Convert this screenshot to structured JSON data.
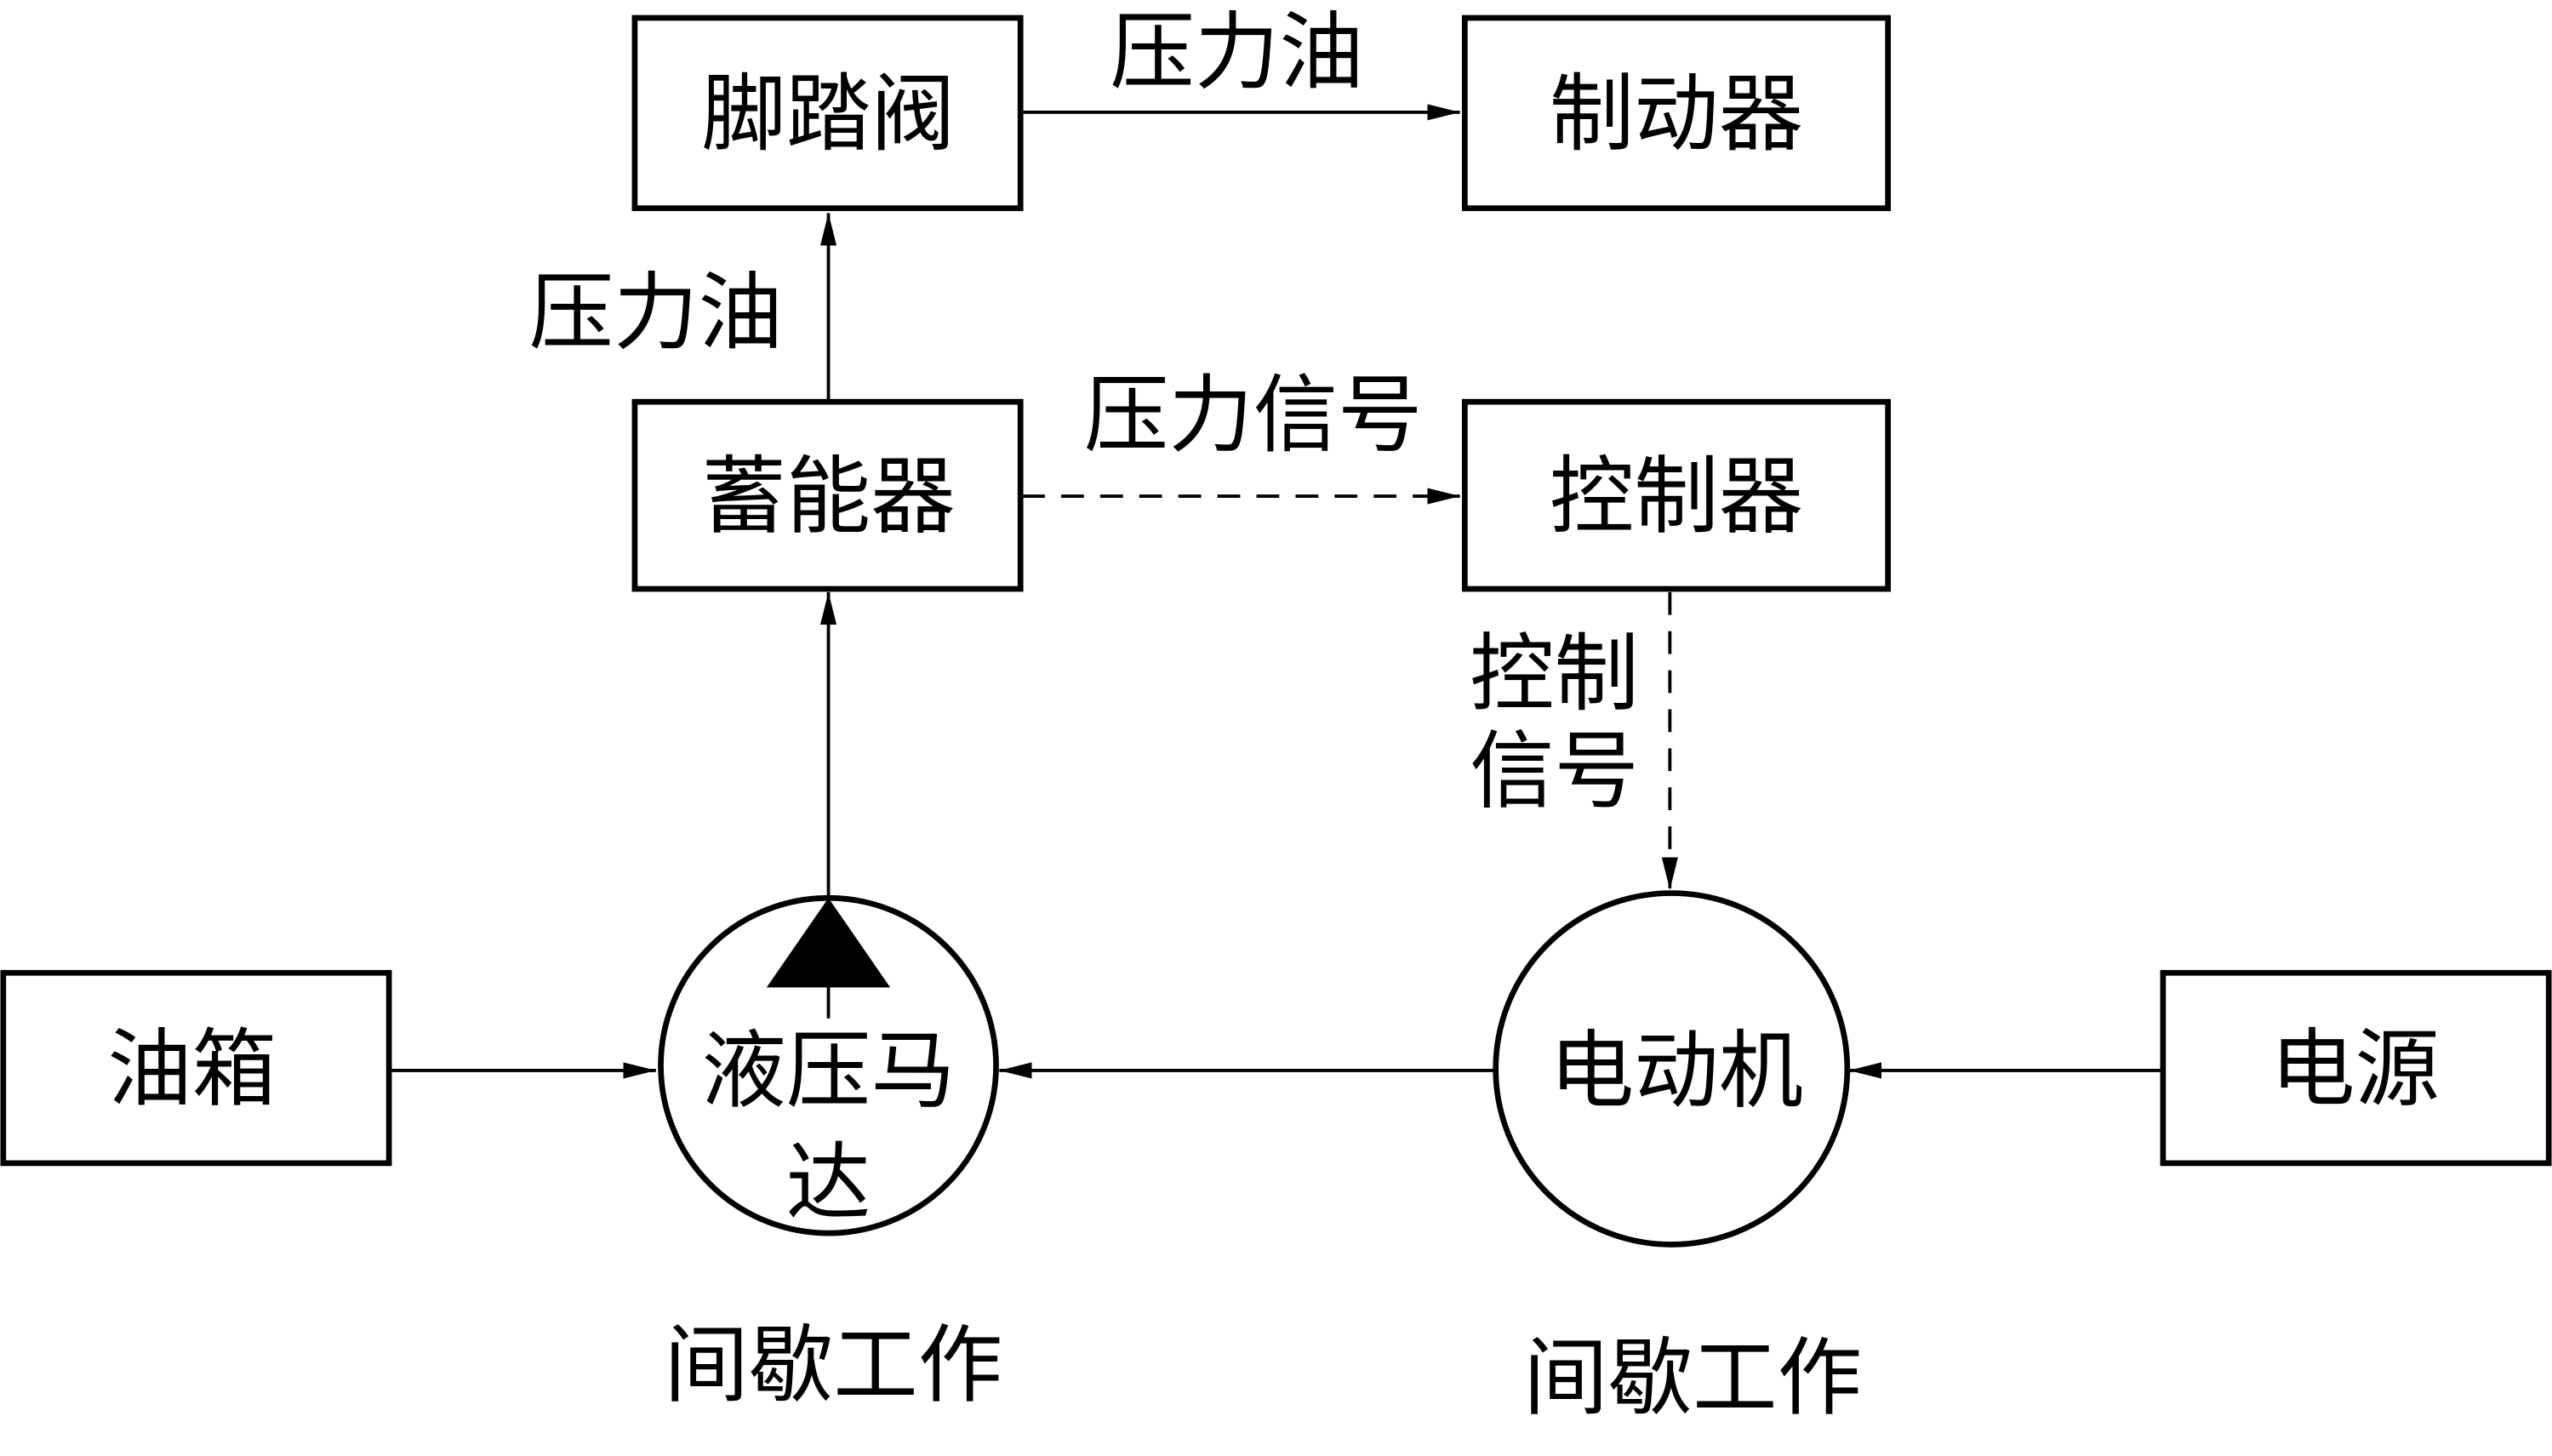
{
  "diagram": {
    "type": "block-flow",
    "colors": {
      "stroke": "#000000",
      "background": "#ffffff"
    },
    "nodes": {
      "foot_valve": "脚踏阀",
      "brake": "制动器",
      "accumulator": "蓄能器",
      "controller": "控制器",
      "oil_tank": "油箱",
      "hydraulic_motor_line1": "液压马",
      "hydraulic_motor_line2": "达",
      "electric_motor": "电动机",
      "power_supply": "电源"
    },
    "edges": {
      "foot_valve_to_brake": "压力油",
      "accumulator_to_foot_valve": "压力油",
      "accumulator_to_controller": "压力信号",
      "controller_to_motor_line1": "控制",
      "controller_to_motor_line2": "信号"
    },
    "notes": {
      "hydraulic_motor_mode": "间歇工作",
      "electric_motor_mode": "间歇工作"
    }
  }
}
